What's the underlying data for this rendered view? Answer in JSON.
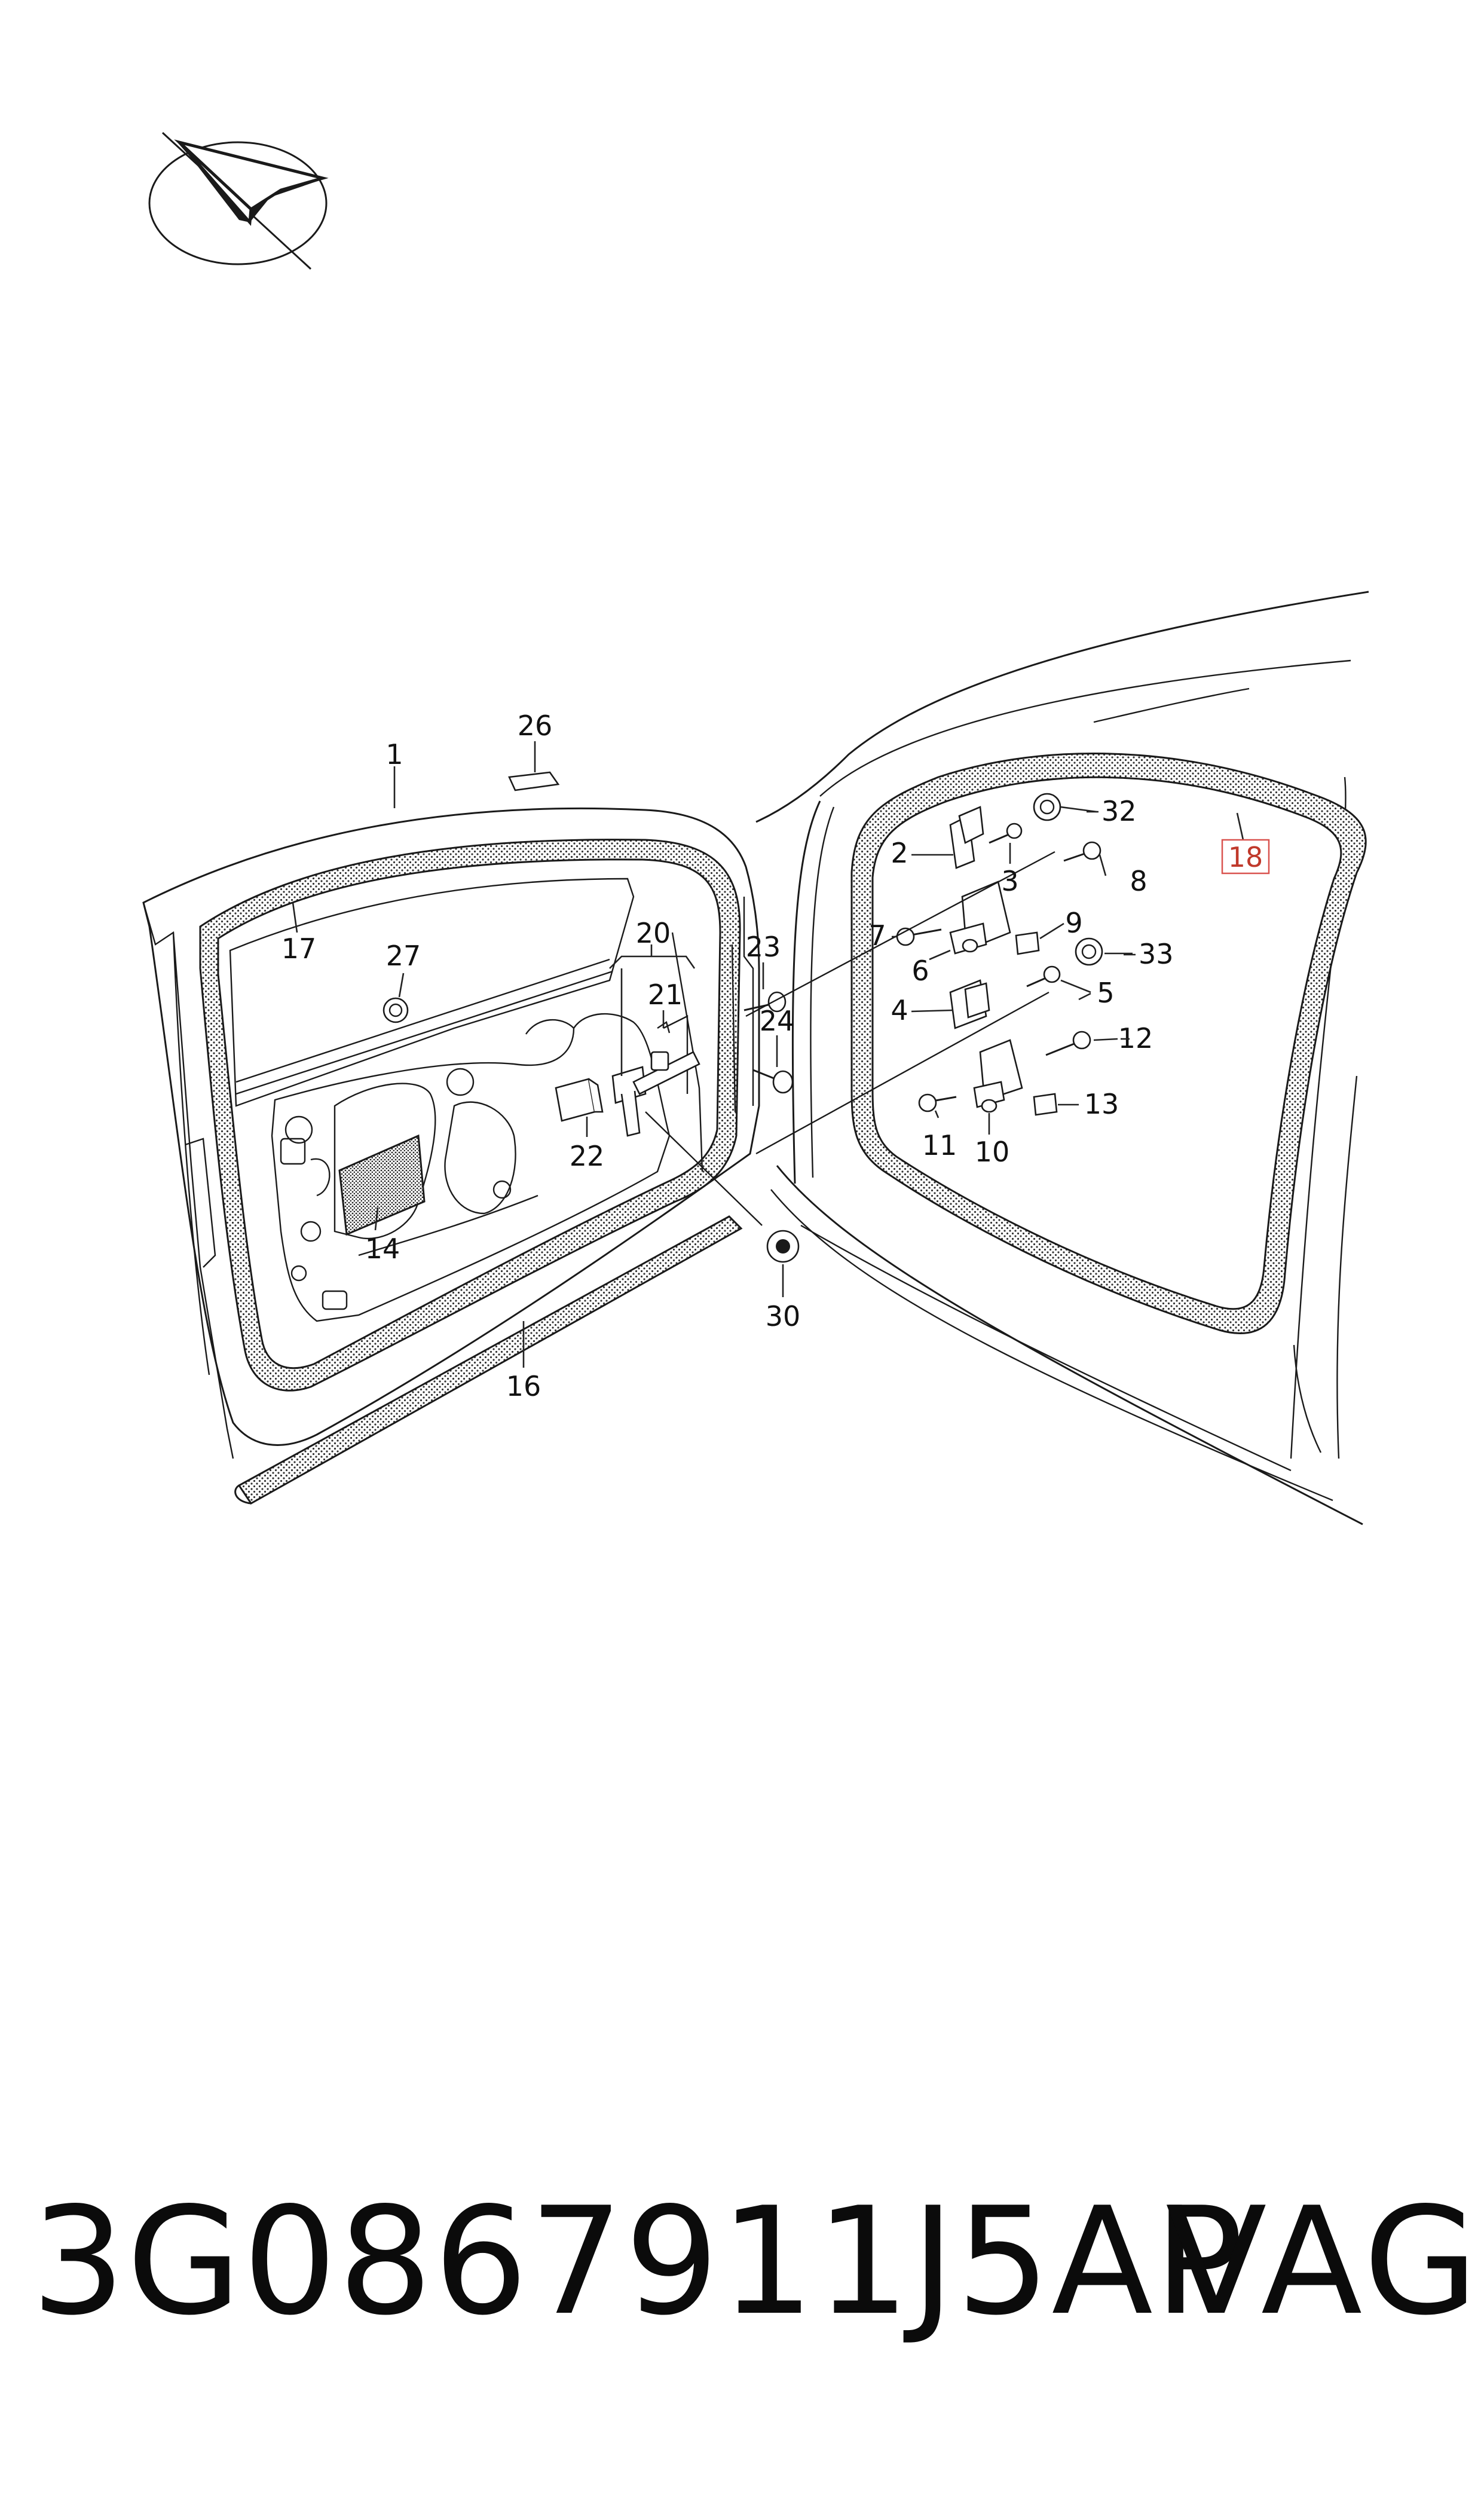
{
  "diagram": {
    "callouts": [
      "1",
      "2",
      "3",
      "4",
      "5",
      "6",
      "7",
      "8",
      "9",
      "10",
      "11",
      "12",
      "13",
      "14",
      "16",
      "17",
      "18",
      "20",
      "21",
      "22",
      "23",
      "24",
      "26",
      "27",
      "30",
      "32",
      "33"
    ],
    "highlighted_callout": "18",
    "highlight_color": "#d9534f",
    "seal_fill": "#d8d8d8",
    "line_color": "#1a1a1a"
  },
  "footer": {
    "part_number": "3G0867911J5AP",
    "brand": "VAG"
  }
}
